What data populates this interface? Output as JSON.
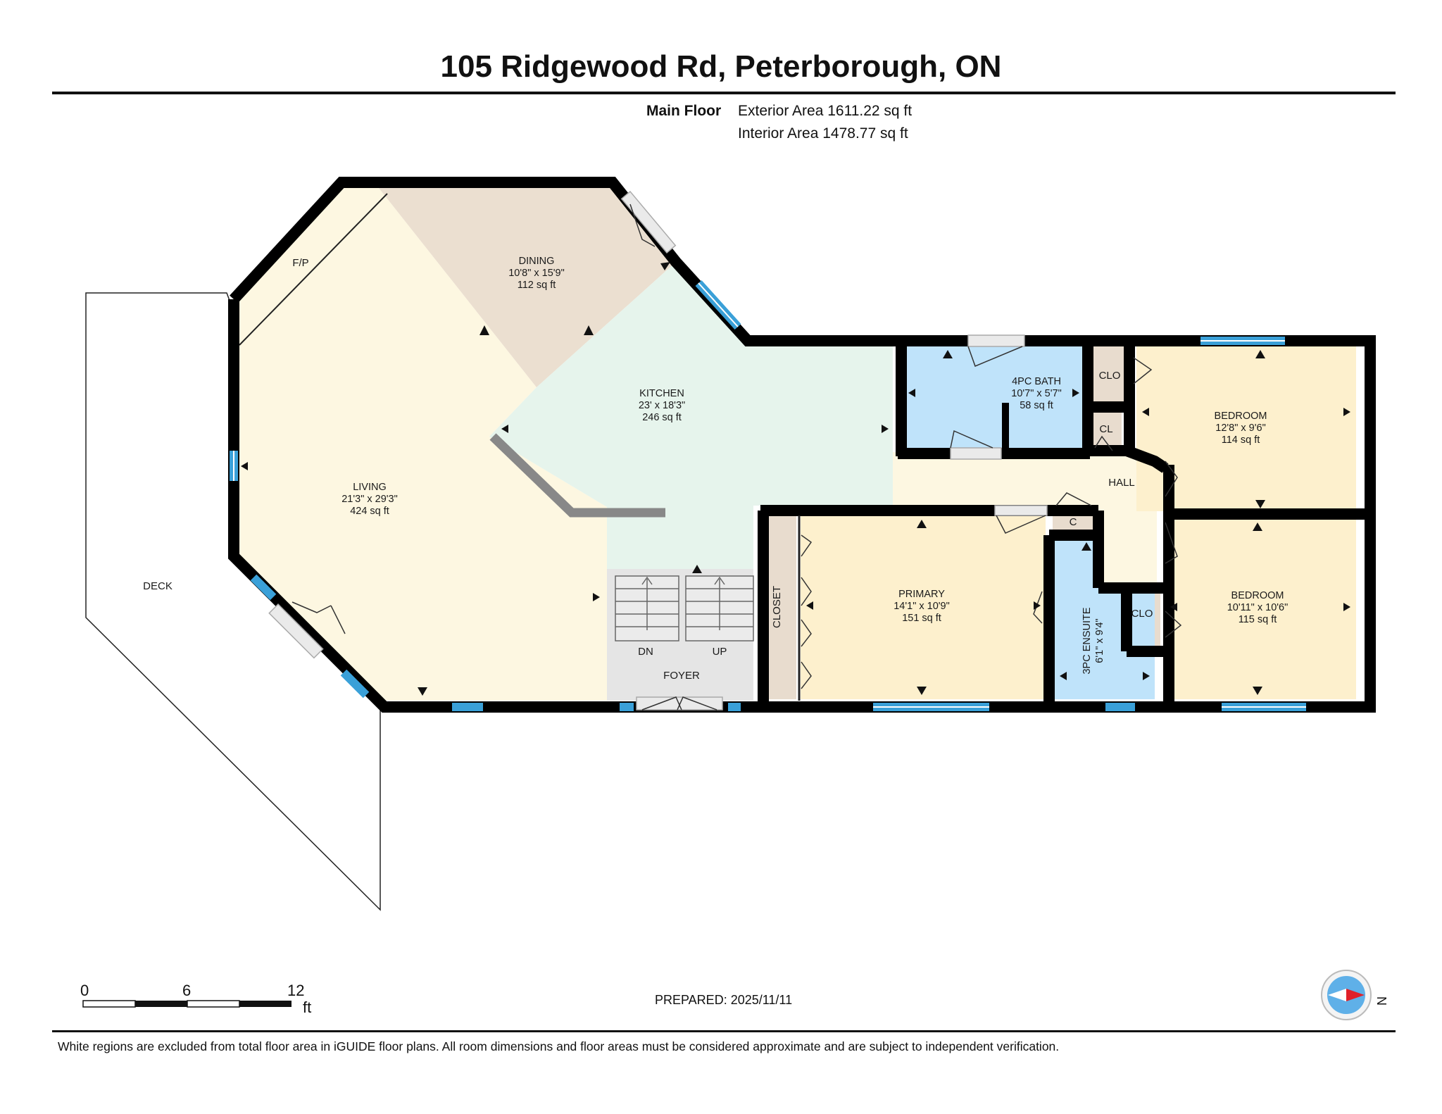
{
  "header": {
    "title": "105 Ridgewood Rd, Peterborough, ON",
    "floor_label": "Main Floor",
    "exterior_area": "Exterior Area 1611.22 sq ft",
    "interior_area": "Interior Area 1478.77 sq ft"
  },
  "rooms": {
    "dining": {
      "name": "DINING",
      "dims": "10'8\" x 15'9\"",
      "area": "112 sq ft"
    },
    "kitchen": {
      "name": "KITCHEN",
      "dims": "23' x 18'3\"",
      "area": "246 sq ft"
    },
    "living": {
      "name": "LIVING",
      "dims": "21'3\" x 29'3\"",
      "area": "424 sq ft"
    },
    "bath4": {
      "name": "4PC BATH",
      "dims": "10'7\" x 5'7\"",
      "area": "58 sq ft"
    },
    "bedroom1": {
      "name": "BEDROOM",
      "dims": "12'8\" x 9'6\"",
      "area": "114 sq ft"
    },
    "bedroom2": {
      "name": "BEDROOM",
      "dims": "10'11\" x 10'6\"",
      "area": "115 sq ft"
    },
    "primary": {
      "name": "PRIMARY",
      "dims": "14'1\" x 10'9\"",
      "area": "151 sq ft"
    },
    "ensuite": {
      "name": "3PC ENSUITE",
      "dims": "6'1\" x 9'4\""
    }
  },
  "small_labels": {
    "fireplace": "F/P",
    "deck": "DECK",
    "clo_top": "CLO",
    "cl": "CL",
    "hall": "HALL",
    "c": "C",
    "clo_bottom": "CLO",
    "closet": "CLOSET",
    "stairs_down": "DN",
    "stairs_up": "UP",
    "foyer": "FOYER"
  },
  "scale": {
    "tick0": "0",
    "tick1": "6",
    "tick2": "12",
    "unit": "ft"
  },
  "compass": {
    "label": "N"
  },
  "prepared": "PREPARED: 2025/11/11",
  "footnote": "White regions are excluded from total floor area in iGUIDE floor plans. All room dimensions and floor areas must be considered approximate and are subject to independent verification.",
  "colors": {
    "living": "#fdf7e1",
    "dining": "#ebdfd0",
    "kitchen": "#e6f4ec",
    "bath": "#bfe3fa",
    "bedroom": "#fdf0cd",
    "closet": "#e8dcce",
    "stairs": "#e5e5e5",
    "wall": "#000000",
    "window": "#3aa0d8"
  }
}
